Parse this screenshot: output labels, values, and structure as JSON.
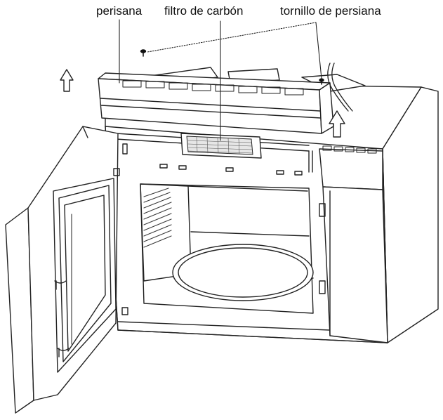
{
  "labels": {
    "blind": "perisana",
    "filter": "filtro de carbón",
    "screw": "tornillo de persiana"
  },
  "colors": {
    "stroke": "#222222",
    "background": "#ffffff",
    "grille": "#3a3a3a"
  },
  "icons": {
    "arrow_left": "up-arrow-icon",
    "arrow_right": "up-arrow-icon",
    "screw": "screw-icon"
  }
}
